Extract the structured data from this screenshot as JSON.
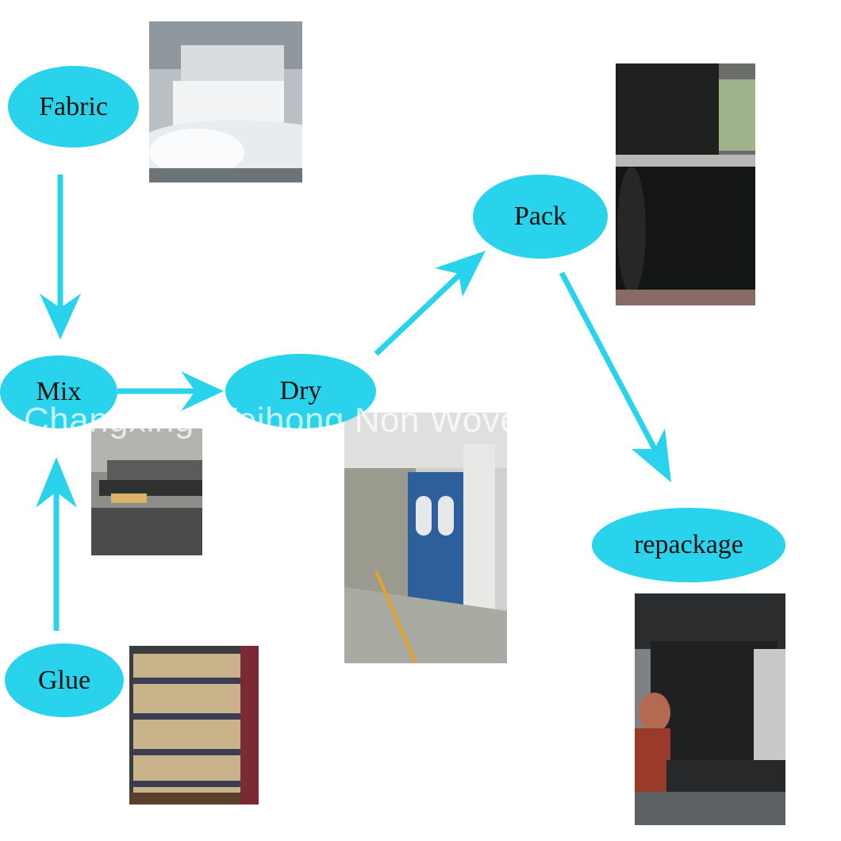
{
  "diagram": {
    "nodes": {
      "fabric": "Fabric",
      "mix": "Mix",
      "dry": "Dry",
      "pack": "Pack",
      "repackage": "repackage",
      "glue": "Glue"
    },
    "watermark": "Changxing Weihong Non Woven Co"
  },
  "colors": {
    "node_fill": "#29d3ec",
    "arrow": "#29d3ec"
  },
  "icons": {
    "arrows": [
      "fabric-to-mix-arrow",
      "glue-to-mix-arrow",
      "mix-to-dry-arrow",
      "dry-to-pack-arrow",
      "pack-to-repackage-arrow"
    ]
  }
}
